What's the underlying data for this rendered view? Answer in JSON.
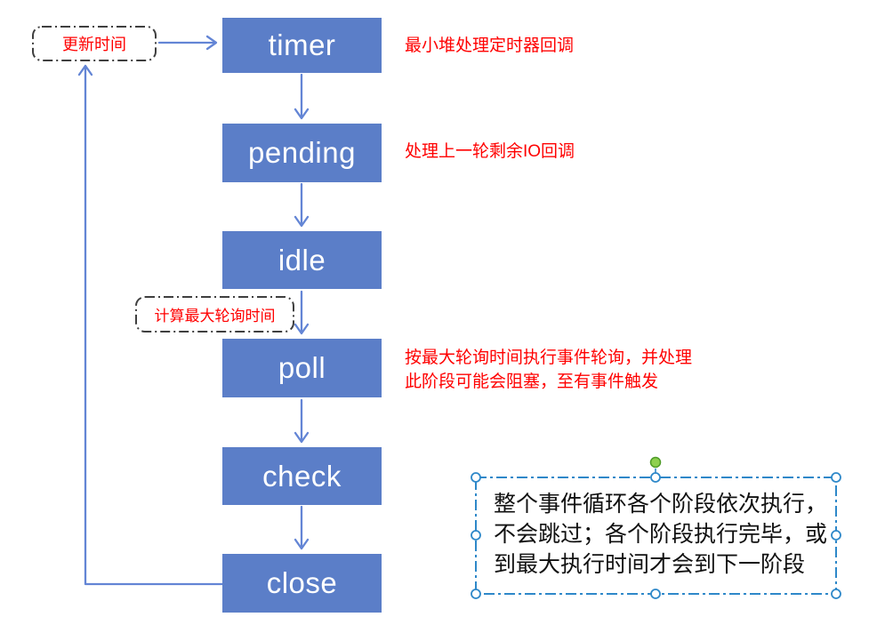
{
  "nodes": {
    "timer": "timer",
    "pending": "pending",
    "idle": "idle",
    "poll": "poll",
    "check": "check",
    "close": "close"
  },
  "callouts": {
    "update_time": "更新时间",
    "calc_max_poll": "计算最大轮询时间"
  },
  "annotations": {
    "timer": "最小堆处理定时器回调",
    "pending": "处理上一轮剩余IO回调",
    "poll_line1": "按最大轮询时间执行事件轮询，并处理",
    "poll_line2": "此阶段可能会阻塞，至有事件触发"
  },
  "note_box": {
    "line1": "整个事件循环各个阶段依次执行，",
    "line2": "不会跳过；各个阶段执行完毕，或",
    "line3": "到最大执行时间才会到下一阶段"
  },
  "colors": {
    "stage_box_blue": "#5b7ec8",
    "arrow_blue": "#6385d5",
    "annotation_red": "#ff0000",
    "callout_border_gray": "#3f3f3f",
    "selection_blue": "#2e88c9",
    "rotate_handle_green": "#8ed04f"
  }
}
